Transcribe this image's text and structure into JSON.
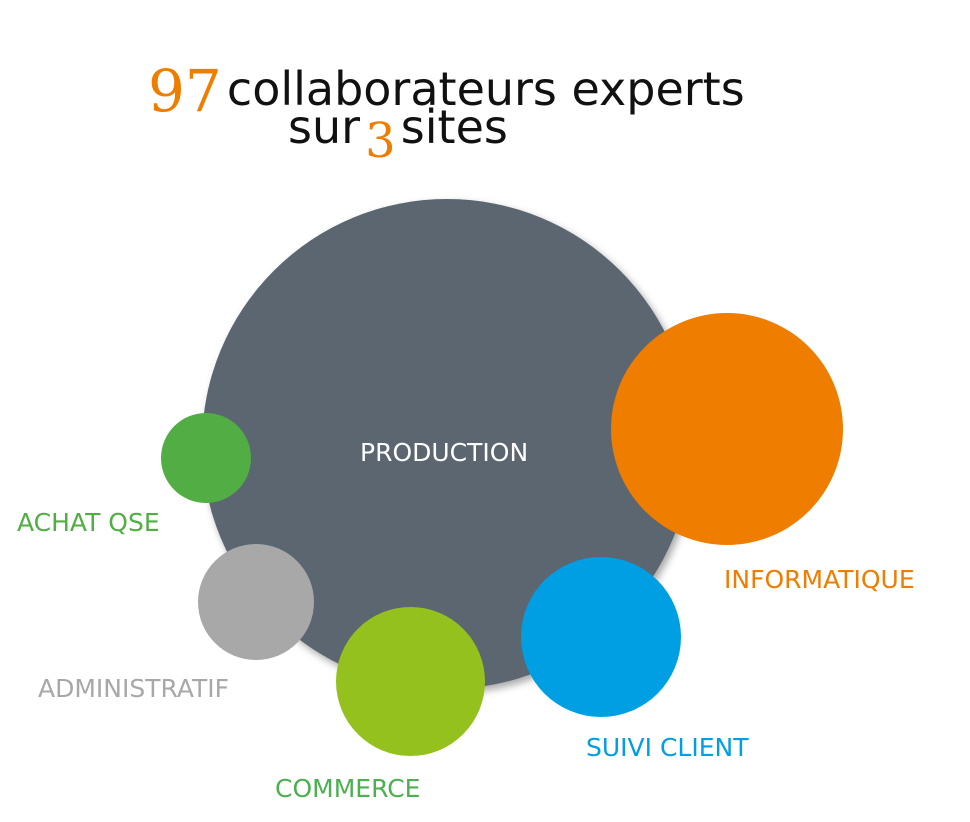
{
  "headline": {
    "line1_number": "97",
    "line1_text": "collaborateurs experts",
    "line2_prefix": "sur",
    "line2_number": "3",
    "line2_suffix": "sites"
  },
  "bubbles": {
    "production": {
      "label": "PRODUCTION",
      "color": "#5b6670",
      "label_color": "#ffffff"
    },
    "informatique": {
      "label": "INFORMATIQUE",
      "color": "#ee7d00"
    },
    "suivi_client": {
      "label": "SUIVI CLIENT",
      "color": "#009fe3"
    },
    "commerce": {
      "label": "COMMERCE",
      "color": "#95c11f",
      "label_color": "#4caf50"
    },
    "administratif": {
      "label": "ADMINISTRATIF",
      "color": "#a8a8a8"
    },
    "achat_qse": {
      "label": "ACHAT QSE",
      "color": "#52ad44"
    }
  }
}
